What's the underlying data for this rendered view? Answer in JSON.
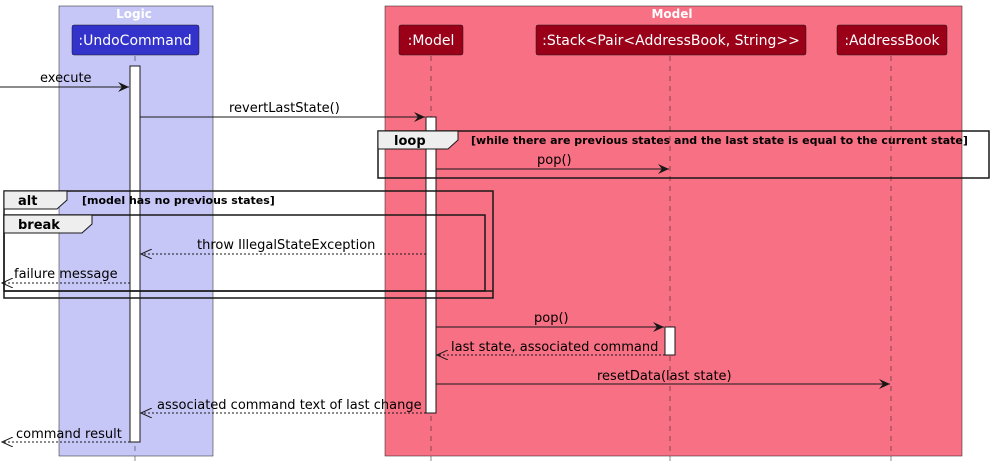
{
  "boxes": {
    "logic": "Logic",
    "model": "Model"
  },
  "participants": {
    "undo_command": ":UndoCommand",
    "model": ":Model",
    "stack": ":Stack<Pair<AddressBook, String>>",
    "address_book": ":AddressBook"
  },
  "messages": {
    "execute": "execute",
    "revert": "revertLastState()",
    "loop_pop": "pop()",
    "throw_exception": "throw IllegalStateException",
    "failure_message": "failure message",
    "pop": "pop()",
    "last_state_reply": "last state, associated command",
    "reset_data": "resetData(last state)",
    "command_text_reply": "associated command text of last change",
    "command_result": "command result"
  },
  "fragments": {
    "loop": {
      "label": "loop",
      "guard": "[while there are previous states and the last state is equal to the current state]"
    },
    "alt": {
      "label": "alt",
      "guard": "[model has no previous states]"
    },
    "break": {
      "label": "break"
    }
  },
  "colors": {
    "logic_box": "#c7c7f7",
    "model_box": "#f87083",
    "undo_command_participant": "#3333cc",
    "model_participants": "#9b0019",
    "participant_text": "#ffffff"
  }
}
